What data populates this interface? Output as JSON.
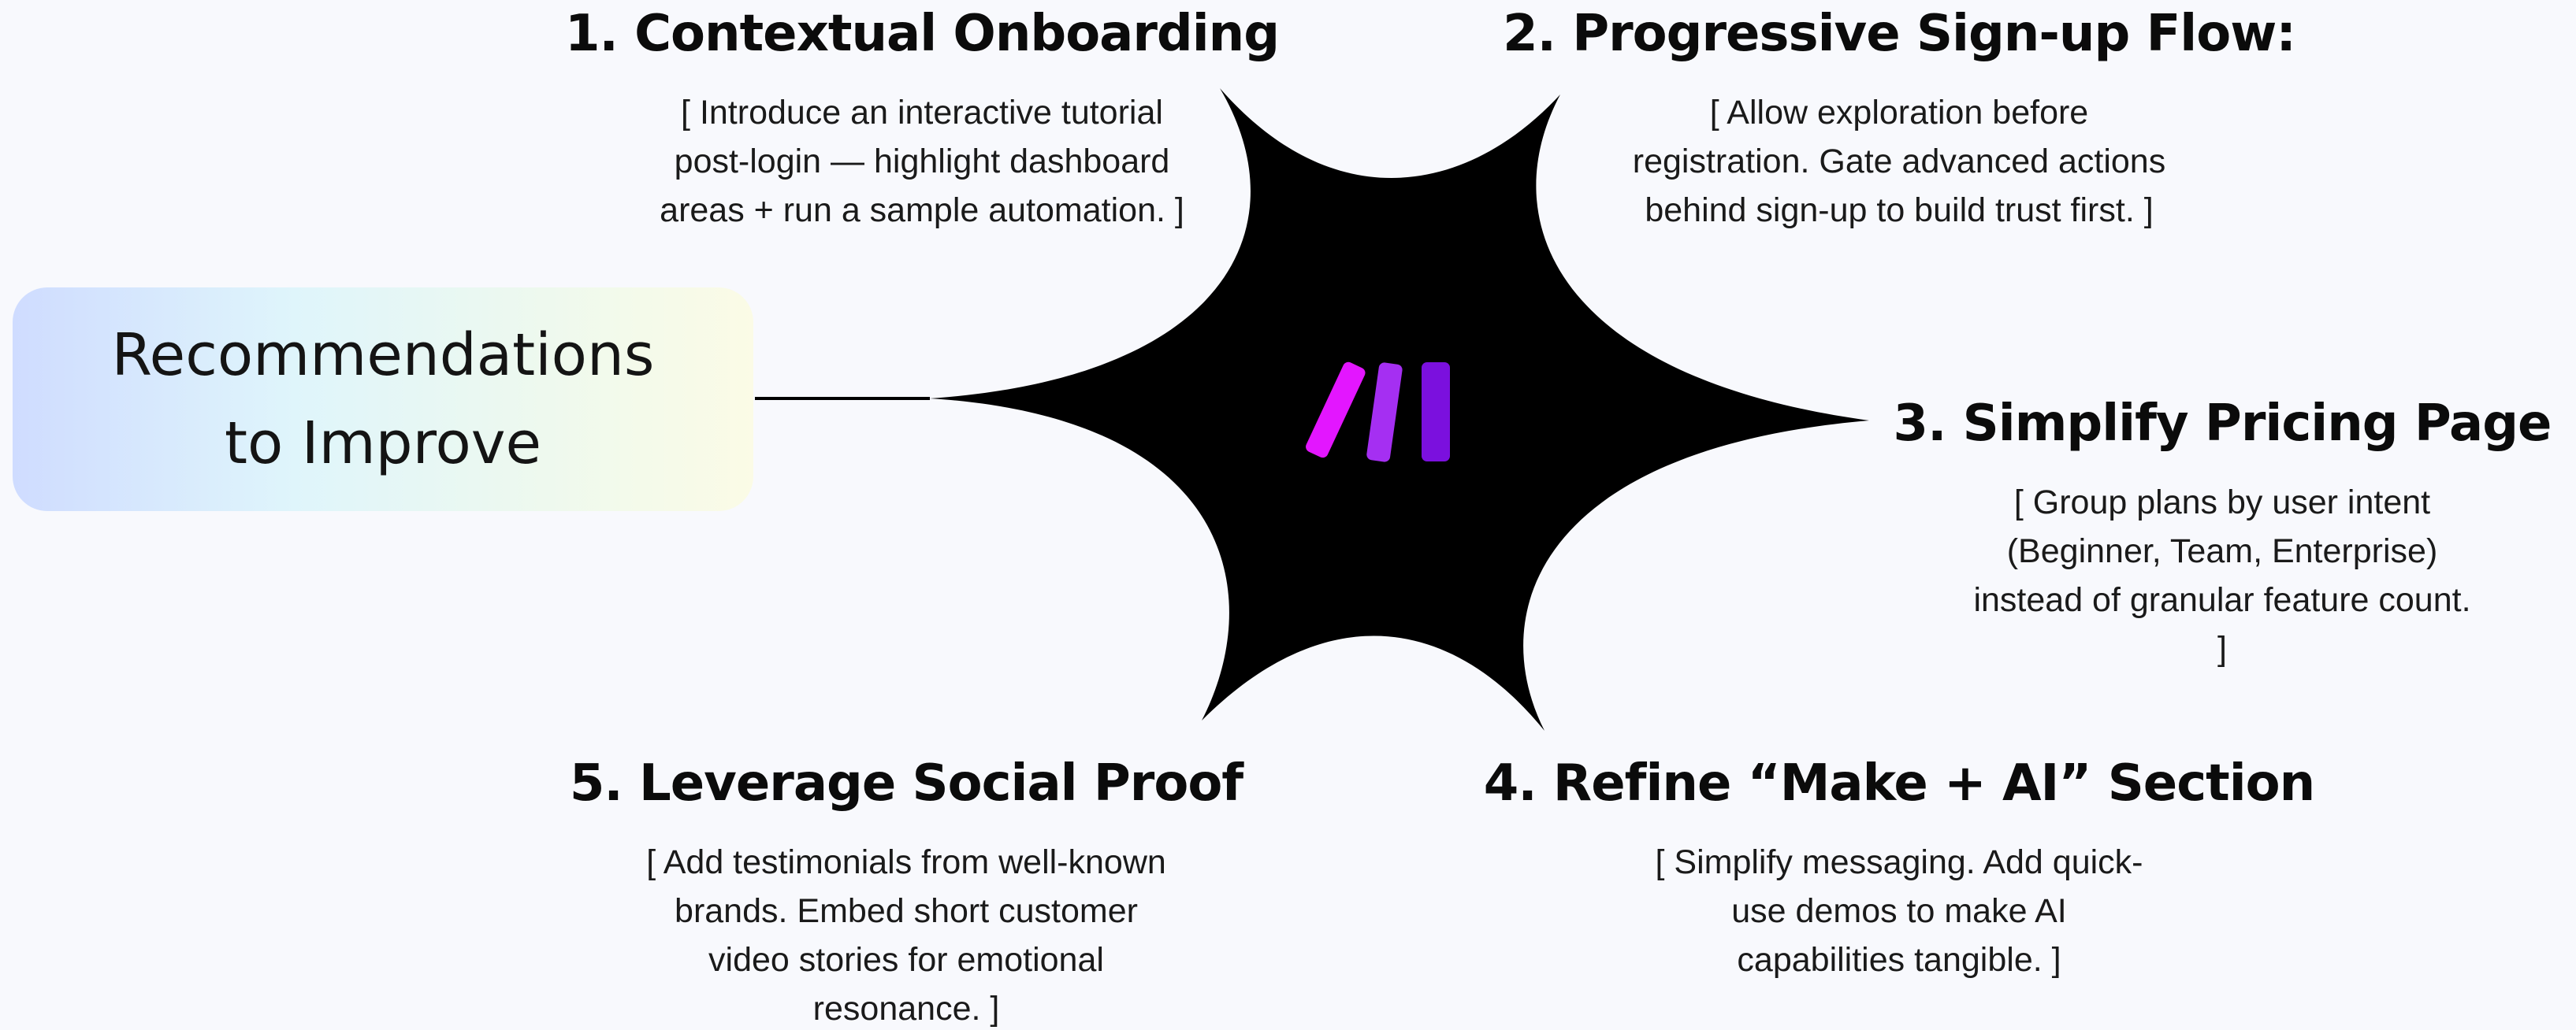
{
  "center": {
    "label": "Recommendations\nto Improve"
  },
  "logo": {
    "icon": "make-logo-icon",
    "colors": [
      "#e316ff",
      "#a52ff2",
      "#7b10de"
    ]
  },
  "colors": {
    "star": "#000000",
    "background": "#f8f9fd",
    "center_gradient": [
      "#cfdcff",
      "#dff5fb",
      "#eef9ee",
      "#fbfbe6"
    ]
  },
  "recommendations": [
    {
      "title": "1. Contextual Onboarding",
      "description": "[ Introduce an interactive tutorial post-login — highlight dashboard areas + run a sample automation. ]"
    },
    {
      "title": "2. Progressive Sign-up Flow:",
      "description": "[ Allow exploration before registration. Gate advanced actions behind sign-up to build trust first. ]"
    },
    {
      "title": "3. Simplify Pricing Page",
      "description": "[ Group plans by user intent (Beginner, Team, Enterprise) instead of granular feature count. ]"
    },
    {
      "title": "4. Refine “Make + AI” Section",
      "description": "[ Simplify messaging. Add quick-use demos to make AI capabilities tangible. ]"
    },
    {
      "title": "5. Leverage Social Proof",
      "description": "[ Add testimonials from well-known brands. Embed short customer video stories for emotional resonance. ]"
    }
  ]
}
